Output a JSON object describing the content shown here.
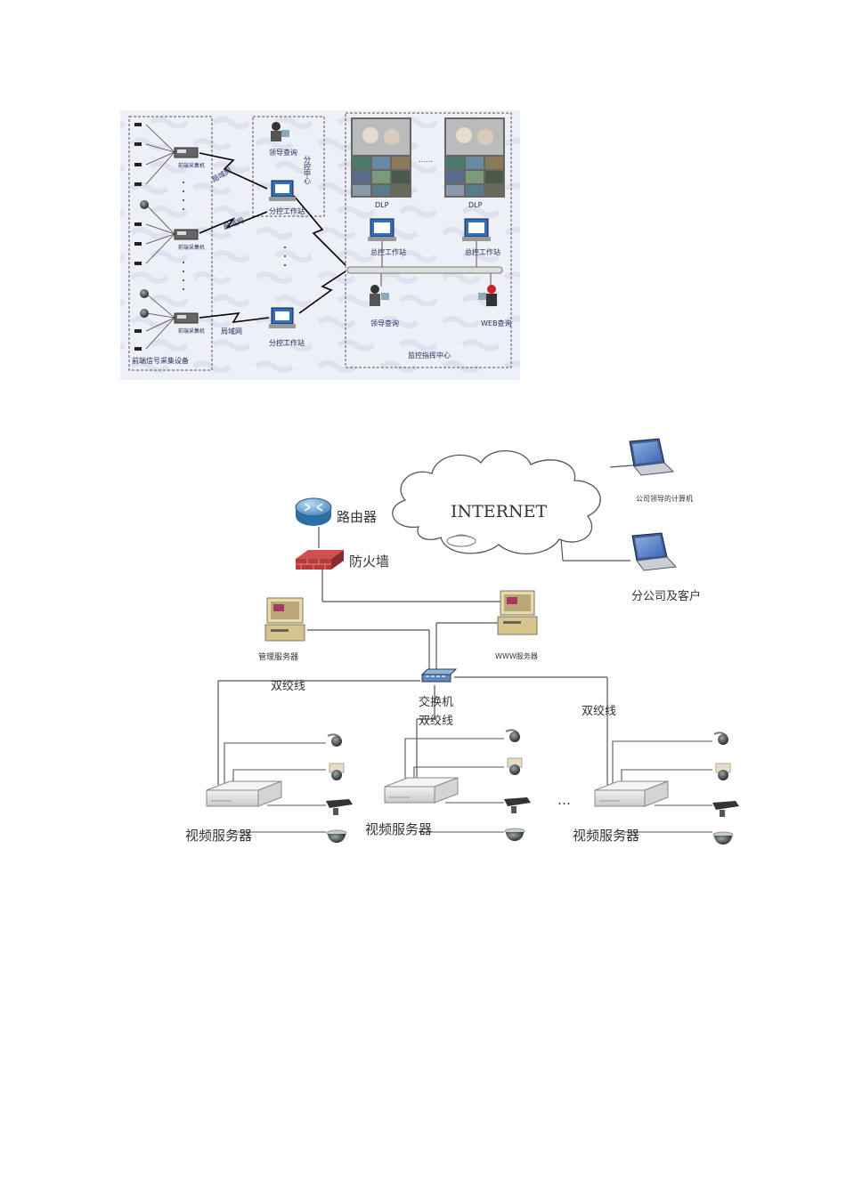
{
  "diagram1": {
    "labels": {
      "collect_section": "前端信号采集设备",
      "lan_top": "局域网",
      "lan_mid": "局域网",
      "lan_bottom": "局域网",
      "collector_text": "前端采集机",
      "leader_query_top": "领导查询",
      "branch_center": "分控中心",
      "branch_ws_top": "分控工作站",
      "branch_ws_bottom": "分控工作站",
      "dlp_left": "DLP",
      "dlp_right": "DLP",
      "dots": "……",
      "master_ws_left": "总控工作站",
      "master_ws_right": "总控工作站",
      "leader_query_bottom": "领导查询",
      "web_query": "WEB查询",
      "command_center": "监控指挥中心"
    }
  },
  "diagram2": {
    "labels": {
      "internet": "INTERNET",
      "router": "路由器",
      "firewall": "防火墙",
      "company_leader_pc": "公司领导的计算机",
      "branch_clients": "分公司及客户",
      "mgmt_server": "管理服务器",
      "www_server": "WWW服务器",
      "switch": "交换机",
      "twisted_left": "双绞线",
      "twisted_center": "双绞线",
      "twisted_right": "双绞线",
      "video_server_1": "视频服务器",
      "video_server_2": "视频服务器",
      "video_server_3": "视频服务器",
      "ellipsis": "…"
    }
  }
}
